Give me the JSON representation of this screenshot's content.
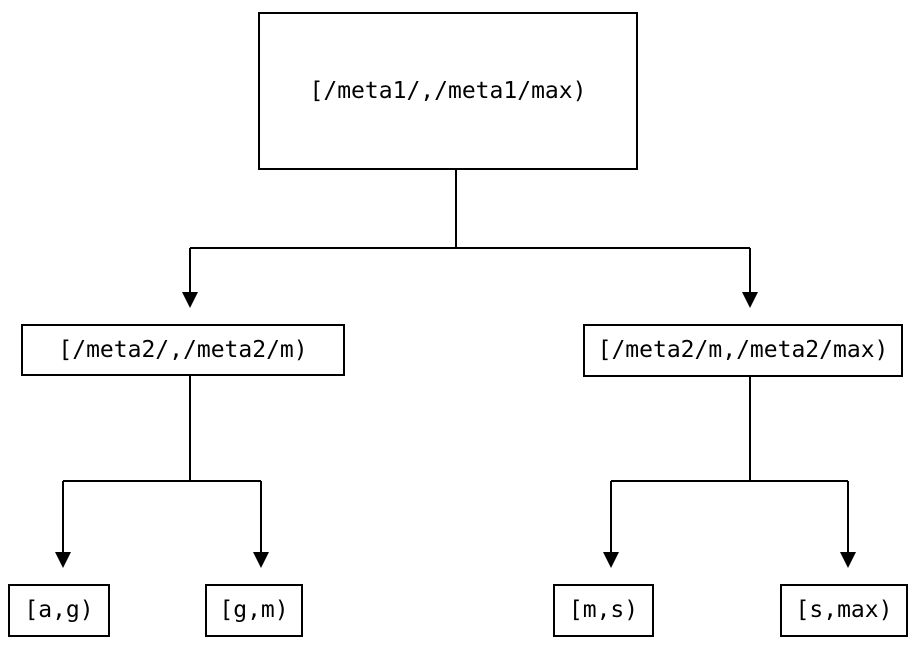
{
  "tree": {
    "root": {
      "label": "[/meta1/,/meta1/max)"
    },
    "children": [
      {
        "label": "[/meta2/,/meta2/m)",
        "children": [
          {
            "label": "[a,g)"
          },
          {
            "label": "[g,m)"
          }
        ]
      },
      {
        "label": "[/meta2/m,/meta2/max)",
        "children": [
          {
            "label": "[m,s)"
          },
          {
            "label": "[s,max)"
          }
        ]
      }
    ]
  },
  "colors": {
    "line": "#000000",
    "node_border": "#000000",
    "text": "#000000",
    "background": "#ffffff"
  }
}
